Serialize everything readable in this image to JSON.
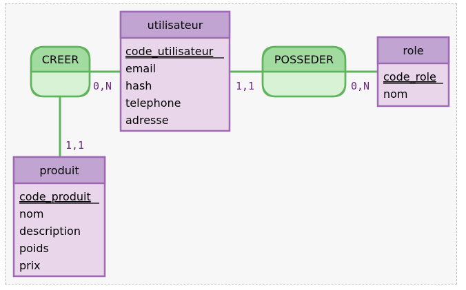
{
  "colors": {
    "entity_header": "#c2a4d2",
    "entity_body": "#ead6ea",
    "entity_border": "#9e6ab3",
    "assoc_header": "#a2dba0",
    "assoc_body": "#d8f2d6",
    "assoc_border": "#5fb35c",
    "link": "#5fb35c",
    "cardinality": "#6b2a7f"
  },
  "entities": {
    "utilisateur": {
      "name": "utilisateur",
      "identifier": "code_utilisateur",
      "attributes": [
        "email",
        "hash",
        "telephone",
        "adresse"
      ]
    },
    "role": {
      "name": "role",
      "identifier": "code_role",
      "attributes": [
        "nom"
      ]
    },
    "produit": {
      "name": "produit",
      "identifier": "code_produit",
      "attributes": [
        "nom",
        "description",
        "poids",
        "prix"
      ]
    }
  },
  "associations": {
    "creer": {
      "name": "CREER"
    },
    "posseder": {
      "name": "POSSEDER"
    }
  },
  "cardinalities": {
    "creer_utilisateur": "0,N",
    "creer_produit": "1,1",
    "posseder_utilisateur": "1,1",
    "posseder_role": "0,N"
  }
}
